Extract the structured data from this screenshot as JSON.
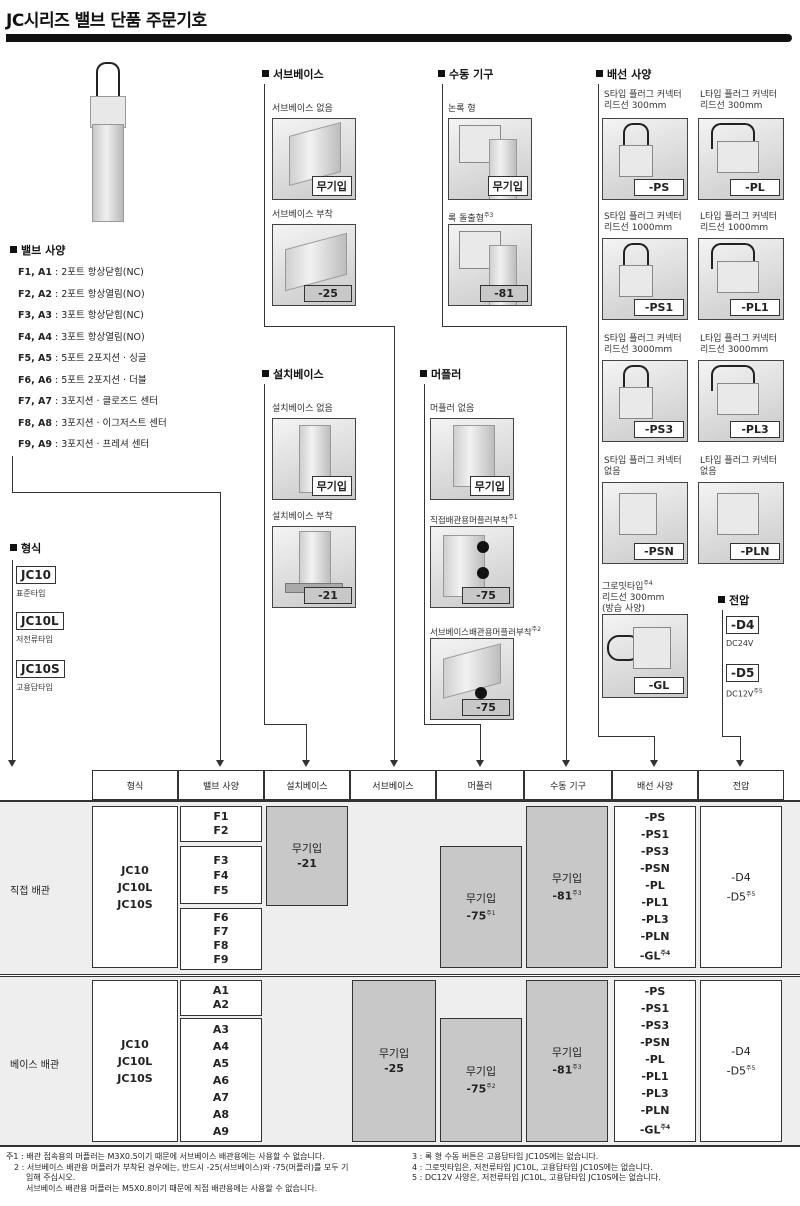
{
  "title": "JC시리즈 밸브 단품 주문기호",
  "sections": {
    "subbase": "서브베이스",
    "manual": "수동 기구",
    "wiring": "배선 사양",
    "valve_spec": "밸브 사양",
    "mounting": "설치베이스",
    "muffler": "머플러",
    "model": "형식",
    "voltage": "전압"
  },
  "subbase": [
    {
      "label": "서브베이스 없음",
      "code": "무기입"
    },
    {
      "label": "서브베이스 부착",
      "code": "-25"
    }
  ],
  "manual": [
    {
      "label": "논록 형",
      "code": "무기입"
    },
    {
      "label": "록 돌출형",
      "note": "주3",
      "code": "-81"
    }
  ],
  "mounting": [
    {
      "label": "설치베이스 없음",
      "code": "무기입"
    },
    {
      "label": "설치베이스 부착",
      "code": "-21"
    }
  ],
  "muffler": [
    {
      "label": "머플러 없음",
      "code": "무기입"
    },
    {
      "label": "직접배관용머플러부착",
      "note": "주1",
      "code": "-75"
    },
    {
      "label": "서브베이스배관용머플러부착",
      "note": "주2",
      "code": "-75"
    }
  ],
  "valve_spec": [
    {
      "code": "F1, A1",
      "desc": "2포트 항상닫힘(NC)"
    },
    {
      "code": "F2, A2",
      "desc": "2포트 항상열림(NO)"
    },
    {
      "code": "F3, A3",
      "desc": "3포트 항상닫힘(NC)"
    },
    {
      "code": "F4, A4",
      "desc": "3포트 항상열림(NO)"
    },
    {
      "code": "F5, A5",
      "desc": "5포트 2포지션 · 싱글"
    },
    {
      "code": "F6, A6",
      "desc": "5포트 2포지션 · 더블"
    },
    {
      "code": "F7, A7",
      "desc": "3포지션 · 클로즈드 센터"
    },
    {
      "code": "F8, A8",
      "desc": "3포지션 · 이그저스트 센터"
    },
    {
      "code": "F9, A9",
      "desc": "3포지션 · 프레셔 센터"
    }
  ],
  "models": [
    {
      "code": "JC10",
      "desc": "표준타입"
    },
    {
      "code": "JC10L",
      "desc": "저전류타입"
    },
    {
      "code": "JC10S",
      "desc": "고용답타입"
    }
  ],
  "wiring": [
    {
      "l1": "S타입 플러그 커넥터",
      "l2": "리드선 300mm",
      "code": "-PS"
    },
    {
      "l1": "L타입 플러그 커넥터",
      "l2": "리드선 300mm",
      "code": "-PL"
    },
    {
      "l1": "S타입 플러그 커넥터",
      "l2": "리드선 1000mm",
      "code": "-PS1"
    },
    {
      "l1": "L타입 플러그 커넥터",
      "l2": "리드선 1000mm",
      "code": "-PL1"
    },
    {
      "l1": "S타입 플러그 커넥터",
      "l2": "리드선 3000mm",
      "code": "-PS3"
    },
    {
      "l1": "L타입 플러그 커넥터",
      "l2": "리드선 3000mm",
      "code": "-PL3"
    },
    {
      "l1": "S타입 플러그 커넥터",
      "l2": "없음",
      "code": "-PSN"
    },
    {
      "l1": "L타입 플러그 커넥터",
      "l2": "없음",
      "code": "-PLN"
    }
  ],
  "grommet": {
    "l1": "그로밋타입",
    "note": "주4",
    "l2": "리드선 300mm",
    "l3": "(방습 사양)",
    "code": "-GL"
  },
  "voltage": [
    {
      "code": "-D4",
      "desc": "DC24V"
    },
    {
      "code": "-D5",
      "desc": "DC12V",
      "note": "주5"
    }
  ],
  "headers": [
    "형식",
    "밸브 사양",
    "설치베이스",
    "서브베이스",
    "머플러",
    "수동 기구",
    "배선 사양",
    "전압"
  ],
  "table": {
    "row1_label": "직접 배관",
    "row2_label": "베이스 배관",
    "models": [
      "JC10",
      "JC10L",
      "JC10S"
    ],
    "row1_valves": [
      [
        "F1",
        "F2"
      ],
      [
        "F3",
        "F4",
        "F5"
      ],
      [
        "F6",
        "F7",
        "F8",
        "F9"
      ]
    ],
    "row2_valves": [
      [
        "A1",
        "A2"
      ],
      [
        "A3",
        "A4",
        "A5",
        "A6",
        "A7",
        "A8",
        "A9"
      ]
    ],
    "blank": "무기입",
    "mount_code": "-21",
    "sub_code": "-25",
    "muffler_code": "-75",
    "muffler_note1": "주1",
    "muffler_note2": "주2",
    "manual_code": "-81",
    "manual_note": "주3",
    "wiring": [
      "-PS",
      "-PS1",
      "-PS3",
      "-PSN",
      "-PL",
      "-PL1",
      "-PL3",
      "-PLN",
      "-GL"
    ],
    "gl_note": "주4",
    "volt": [
      "-D4",
      "-D5"
    ],
    "volt_note": "주5"
  },
  "notes": {
    "n1": "주1 : 배관 접속용의 머플러는 M3X0.5이기 때문에 서브베이스 배관용에는 사용할 수 없습니다.",
    "n2a": "2 : 서브베이스 배관용 머플러가 부착된 경우에는, 반드시 -25(서브베이스)와 -75(머플러)를 모두 기",
    "n2b": "입해 주십시오.",
    "n2c": "서브베이스 배관용 머플러는 M5X0.8이기 때문에 직접 배관용에는 사용할 수 없습니다.",
    "n3": "3 : 록 형 수동 버튼은 고용답타입 JC10S에는 없습니다.",
    "n4": "4 : 그로밋타입은, 저전류타입 JC10L, 고용답타입 JC10S에는 없습니다.",
    "n5": "5 : DC12V 사양은, 저전류타입 JC10L, 고용답타입 JC10S에는 없습니다."
  }
}
